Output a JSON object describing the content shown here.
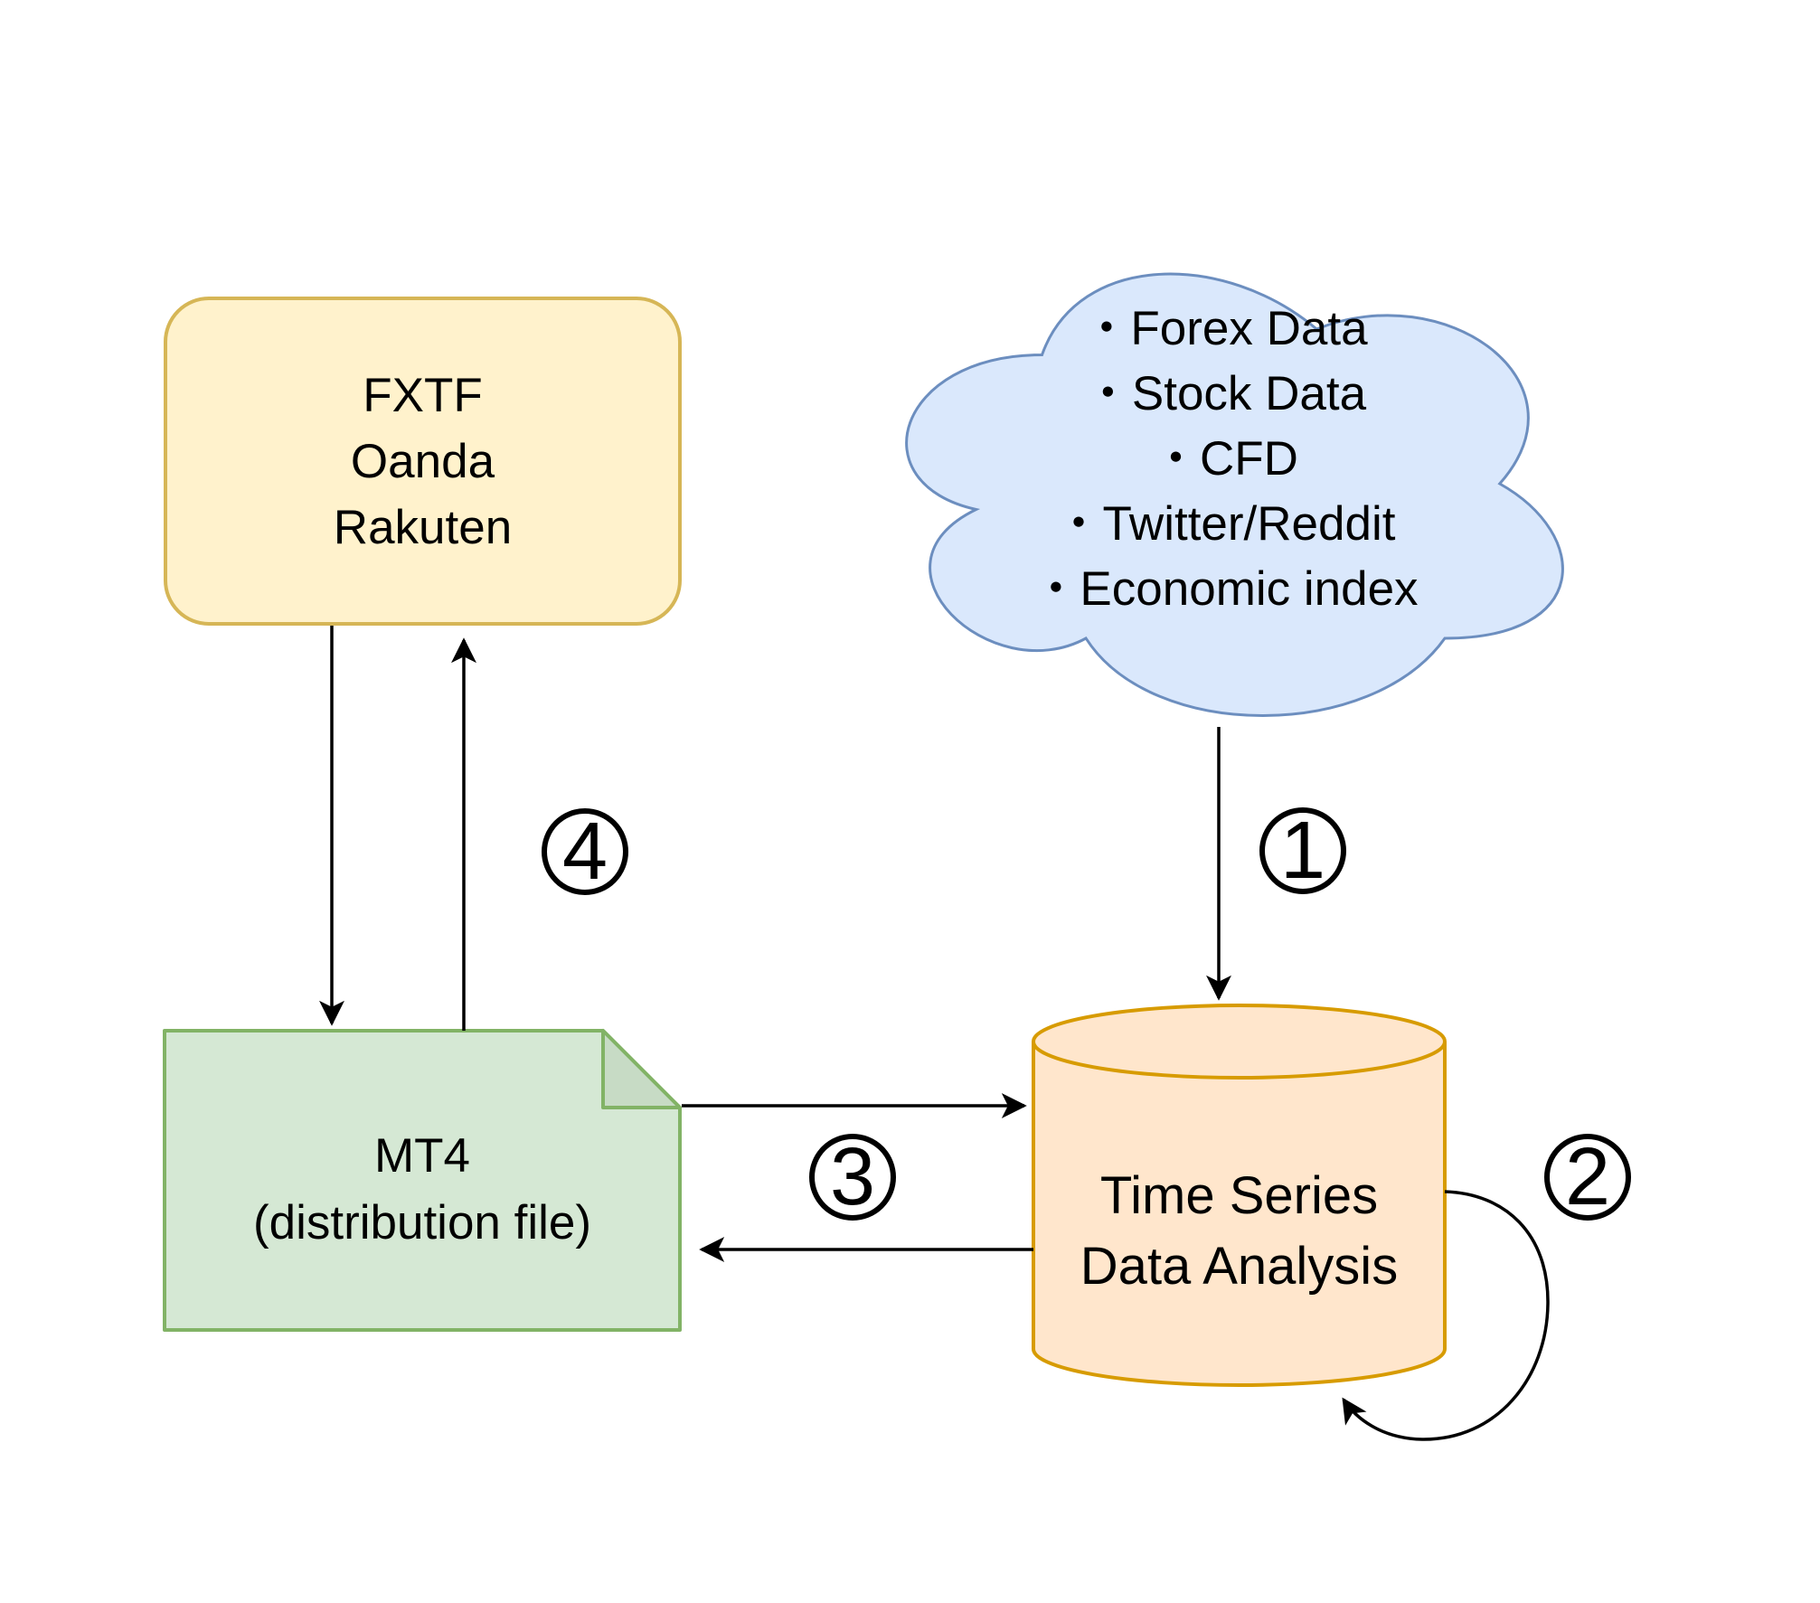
{
  "diagram": {
    "brokers": {
      "lines": [
        "FXTF",
        "Oanda",
        "Rakuten"
      ],
      "fill": "#FFF2CC",
      "border": "#D6B656"
    },
    "data_sources": {
      "lines": [
        "・Forex Data",
        "・Stock Data",
        "・CFD",
        "・Twitter/Reddit",
        "・Economic index"
      ],
      "fill": "#DAE8FC",
      "border": "#6C8EBF"
    },
    "mt4_file": {
      "lines": [
        "MT4",
        "(distribution file)"
      ],
      "fill": "#D5E8D4",
      "border": "#82B366"
    },
    "analysis_db": {
      "lines": [
        "Time Series",
        "Data Analysis"
      ],
      "fill": "#FFE6CC",
      "border": "#D79B00"
    },
    "steps": [
      "1",
      "2",
      "3",
      "4"
    ],
    "arrow_color": "#000000"
  }
}
